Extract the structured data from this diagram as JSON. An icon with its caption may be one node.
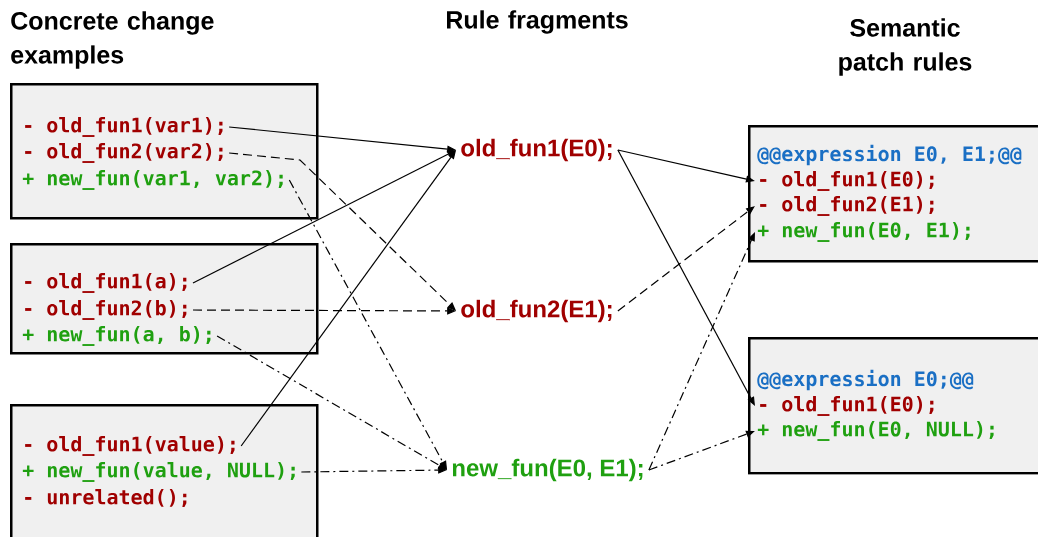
{
  "diagram": {
    "nodes": [
      {
        "text": [],
        "shape": "box"
      },
      {
        "text": [
          "- old_fun1(var1);"
        ],
        "in": 0
      },
      {
        "text": [
          "- old_fun2(var2);"
        ],
        "in": 0
      },
      {
        "text": [
          "+ new_fun(var1, var2);"
        ],
        "in": 0
      },
      {
        "text": [],
        "shape": "box"
      },
      {
        "text": [
          "- old_fun1(a);"
        ],
        "in": 4
      },
      {
        "text": [
          "- old_fun2(b);"
        ],
        "in": 4
      },
      {
        "text": [
          "+ new_fun(a, b);"
        ],
        "in": 4
      },
      {
        "text": [],
        "shape": "box"
      },
      {
        "text": [
          "- old_fun1(value);"
        ],
        "in": 8
      },
      {
        "text": [
          "+ new_fun(value, NULL);"
        ],
        "in": 8
      },
      {
        "text": [
          "- unrelated();"
        ],
        "in": 8
      },
      {
        "text": [
          "old_fun1(E0);"
        ]
      },
      {
        "text": [
          "old_fun2(E1);"
        ]
      },
      {
        "text": [
          "new_fun(E0, E1);"
        ]
      },
      {
        "text": [],
        "shape": "box"
      },
      {
        "text": [
          "@@expression E0, E1;@@"
        ],
        "in": 15
      },
      {
        "text": [
          "- old_fun1(E0);"
        ],
        "in": 15
      },
      {
        "text": [
          "- old_fun2(E1);"
        ],
        "in": 15
      },
      {
        "text": [
          "+ new_fun(E0, E1);"
        ],
        "in": 15
      },
      {
        "text": [],
        "shape": "box"
      },
      {
        "text": [
          "@@expression E0;@@"
        ],
        "in": 20
      },
      {
        "text": [
          "- old_fun1(E0);"
        ],
        "in": 20
      },
      {
        "text": [
          "+ new_fun(E0, NULL);"
        ],
        "in": 20
      }
    ],
    "edges": [
      {
        "from": 1,
        "to": 12,
        "arrow": "to"
      },
      {
        "from": 2,
        "to": 13,
        "arrow": "to",
        "style": "dashed"
      },
      {
        "from": 3,
        "to": 14,
        "arrow": "to",
        "style": "dashed"
      },
      {
        "from": 5,
        "to": 12,
        "arrow": "to"
      },
      {
        "from": 6,
        "to": 13,
        "arrow": "to",
        "style": "dashed"
      },
      {
        "from": 7,
        "to": 14,
        "arrow": "to",
        "style": "dashed"
      },
      {
        "from": 9,
        "to": 12,
        "arrow": "to"
      },
      {
        "from": 10,
        "to": 14,
        "arrow": "to",
        "style": "dashed"
      },
      {
        "from": 12,
        "to": 17,
        "arrow": "to"
      },
      {
        "from": 12,
        "to": 22,
        "arrow": "to"
      },
      {
        "from": 13,
        "to": 18,
        "arrow": "to",
        "style": "dashed"
      },
      {
        "from": 14,
        "to": 19,
        "arrow": "to",
        "style": "dashed"
      },
      {
        "from": 14,
        "to": 23,
        "arrow": "to",
        "style": "dashed"
      }
    ],
    "labels": [
      "Concrete change examples",
      "Rule fragments",
      "Semantic patch rules"
    ]
  }
}
